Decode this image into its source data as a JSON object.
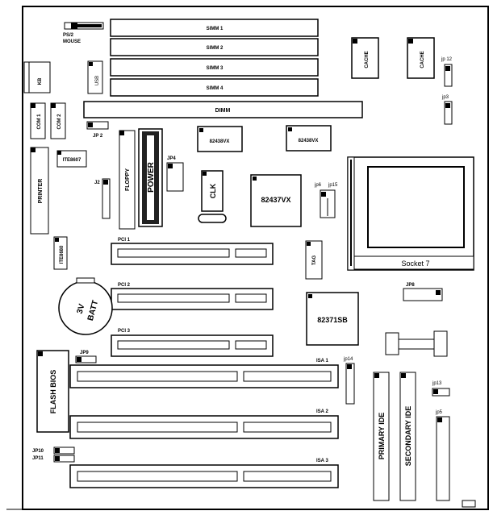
{
  "board": {
    "simm1": "SIMM 1",
    "simm2": "SIMM 2",
    "simm3": "SIMM 3",
    "simm4": "SIMM 4",
    "dimm": "DIMM",
    "ps2_line1": "PS/2",
    "ps2_line2": "MOUSE",
    "kb": "KB",
    "usb": "USB",
    "cache1": "CACHE",
    "cache2": "CACHE",
    "jp12": "jp 12",
    "jp3": "jp3",
    "com1": "COM 1",
    "com2": "COM 2",
    "jp2": "JP 2",
    "chip_82438vx_a": "82438VX",
    "chip_82438vx_b": "82438VX",
    "ite8607": "ITE8607",
    "printer": "PRINTER",
    "j2": "J2",
    "floppy": "FLOPPY",
    "power": "POWER",
    "jp4": "JP4",
    "clk": "CLK",
    "chip_82437vx": "82437VX",
    "jp6": "jp6",
    "jp15": "jp15",
    "socket7": "Socket 7",
    "ite8680": "ITE8680",
    "pci1": "PCI 1",
    "pci2": "PCI 2",
    "pci3": "PCI 3",
    "tag": "TAG",
    "jp8": "JP8",
    "batt_line1": "3V",
    "batt_line2": "BATT",
    "chip_82371sb": "82371SB",
    "flash_bios": "FLASH BIOS",
    "jp9": "JP9",
    "isa1": "ISA 1",
    "isa2": "ISA 2",
    "isa3": "ISA 3",
    "jp14": "jp14",
    "jp13": "jp13",
    "jp5": "jp5",
    "primary_ide": "PRIMARY IDE",
    "secondary_ide": "SECONDARY IDE",
    "jp10": "JP10",
    "jp11": "JP11"
  }
}
